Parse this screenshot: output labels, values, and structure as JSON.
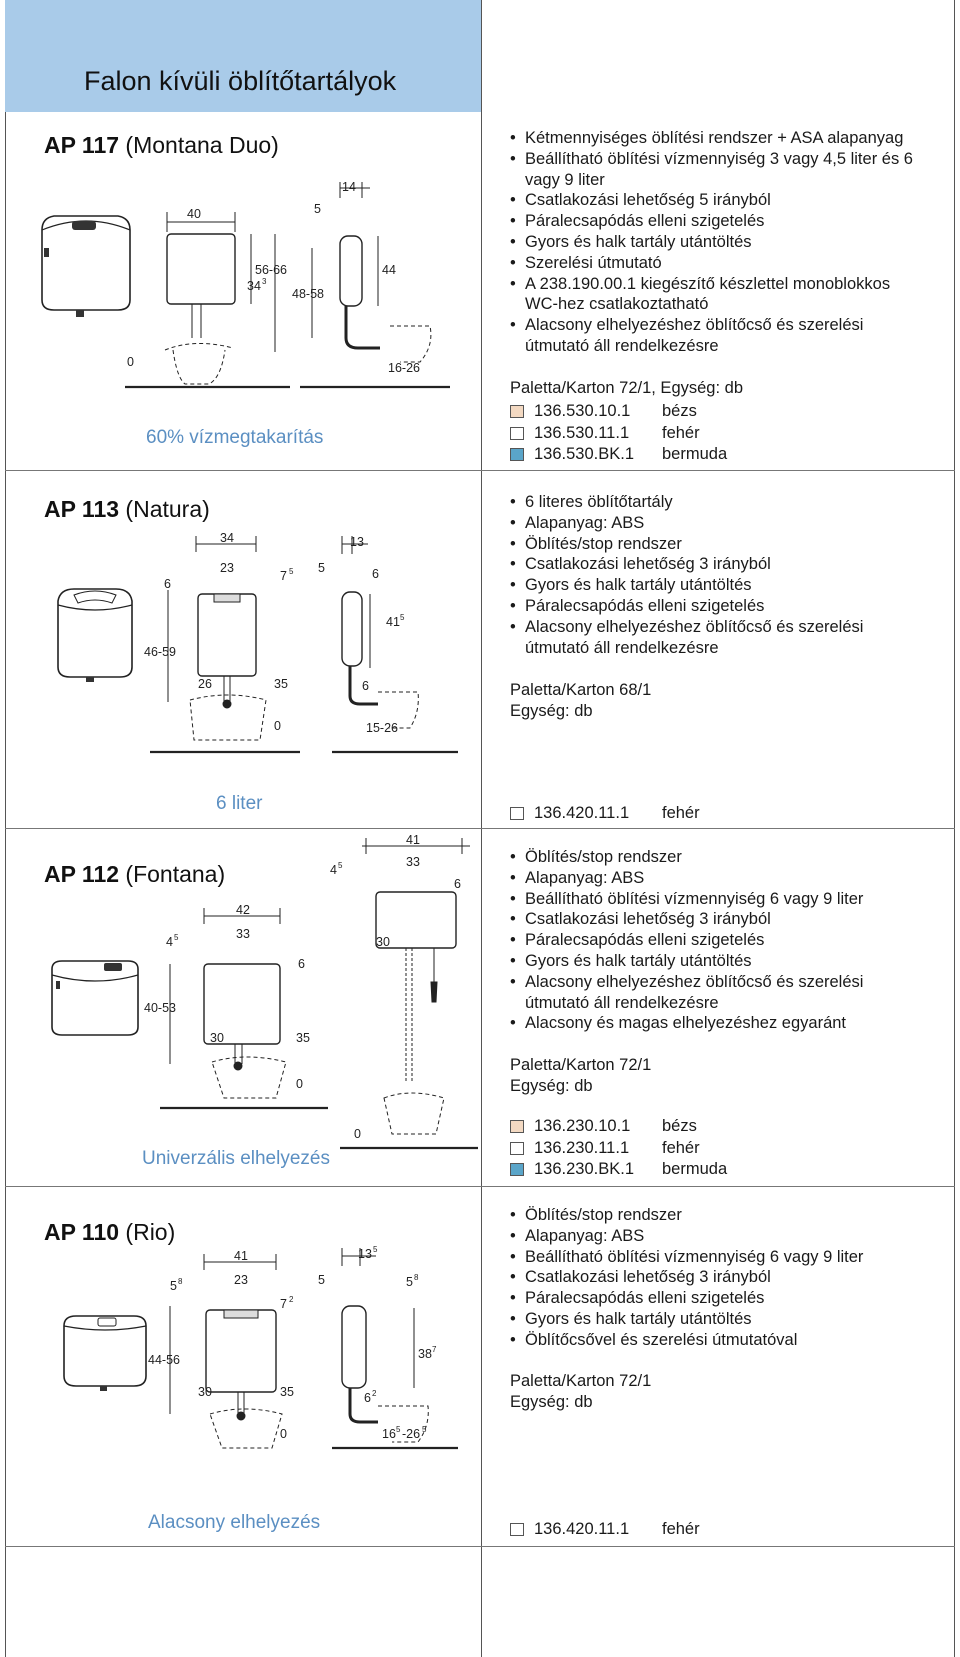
{
  "header": {
    "title": "Falon kívüli öblítőtartályok"
  },
  "products": [
    {
      "code": "AP 117",
      "name": "(Montana Duo)",
      "caption": "60% vízmegtakarítás",
      "features": [
        "Kétmennyiséges öblítési rendszer + ASA alapanyag",
        "Beállítható öblítési vízmennyiség 3 vagy 4,5 liter és 6 vagy 9 liter",
        "Csatlakozási lehetőség 5 irányból",
        "Páralecsapódás elleni szigetelés",
        "Gyors és halk tartály utántöltés",
        "Szerelési útmutató",
        "A 238.190.00.1 kiegészítő készlettel monoblokkos WC-hez csatlakoztatható",
        "Alacsony elhelyezéshez öblítőcső és szerelési útmutató áll rendelkezésre"
      ],
      "packaging": [
        "Paletta/Karton 72/1, Egység: db"
      ],
      "variants": [
        {
          "code": "136.530.10.1",
          "color": "bézs",
          "swatch": "#f3d9c2"
        },
        {
          "code": "136.530.11.1",
          "color": "fehér",
          "swatch": "#ffffff"
        },
        {
          "code": "136.530.BK.1",
          "color": "bermuda",
          "swatch": "#5aa5c9"
        }
      ],
      "dims": {
        "front_w": "40",
        "front_h1": "56-66",
        "front_h2a": "34",
        "front_h2b": "3",
        "side_w": "14",
        "side_gap": "5",
        "side_h": "44",
        "side_h2": "48-58",
        "side_d": "16-26",
        "zero": "0"
      }
    },
    {
      "code": "AP 113",
      "name": "(Natura)",
      "caption": "6 liter",
      "features": [
        "6 literes öblítőtartály",
        "Alapanyag: ABS",
        "Öblítés/stop rendszer",
        "Csatlakozási lehetőség 3 irányból",
        "Gyors és halk tartály utántöltés",
        "Páralecsapódás elleni szigetelés",
        "Alacsony elhelyezéshez öblítőcső és szerelési útmutató áll rendelkezésre"
      ],
      "packaging": [
        "Paletta/Karton 68/1",
        "Egység: db"
      ],
      "variants": [
        {
          "code": "136.420.11.1",
          "color": "fehér",
          "swatch": "#ffffff"
        }
      ],
      "dims": {
        "w1": "34",
        "w2": "23",
        "left": "6",
        "top_a": "7",
        "top_b": "5",
        "h": "46-59",
        "pipe": "26",
        "right": "35",
        "zero": "0",
        "side_w": "13",
        "side_gap": "5",
        "side_t": "6",
        "side_h_a": "41",
        "side_h_b": "5",
        "side_p": "6",
        "side_d": "15-26"
      }
    },
    {
      "code": "AP 112",
      "name": "(Fontana)",
      "caption": "Univerzális elhelyezés",
      "features": [
        "Öblítés/stop rendszer",
        "Alapanyag: ABS",
        "Beállítható öblítési vízmennyiség 6 vagy 9 liter",
        "Csatlakozási lehetőség 3 irányból",
        "Páralecsapódás elleni szigetelés",
        "Gyors és halk tartály utántöltés",
        "Alacsony elhelyezéshez öblítőcső és szerelési útmutató áll rendelkezésre",
        "Alacsony és magas elhelyezéshez egyaránt"
      ],
      "packaging": [
        "Paletta/Karton 72/1",
        "Egység: db"
      ],
      "variants": [
        {
          "code": "136.230.10.1",
          "color": "bézs",
          "swatch": "#f3d9c2"
        },
        {
          "code": "136.230.11.1",
          "color": "fehér",
          "swatch": "#ffffff"
        },
        {
          "code": "136.230.BK.1",
          "color": "bermuda",
          "swatch": "#5aa5c9"
        }
      ],
      "dims": {
        "w1": "42",
        "w2": "33",
        "left_a": "4",
        "left_b": "5",
        "right": "6",
        "h": "40-53",
        "pipe": "30",
        "r2": "35",
        "zero": "0",
        "high_w1": "41",
        "high_w2": "33",
        "high_l_a": "4",
        "high_l_b": "5",
        "high_r": "6",
        "high_pipe": "30",
        "high_zero": "0"
      }
    },
    {
      "code": "AP 110",
      "name": "(Rio)",
      "caption": "Alacsony elhelyezés",
      "features": [
        "Öblítés/stop rendszer",
        "Alapanyag: ABS",
        "Beállítható öblítési vízmennyiség 6 vagy 9 liter",
        "Csatlakozási lehetőség 3 irányból",
        "Páralecsapódás elleni szigetelés",
        "Gyors és halk tartály utántöltés",
        "Öblítőcsővel és szerelési útmutatóval"
      ],
      "packaging": [
        "Paletta/Karton 72/1",
        "Egység: db"
      ],
      "variants": [
        {
          "code": "136.420.11.1",
          "color": "fehér",
          "swatch": "#ffffff"
        }
      ],
      "dims": {
        "w1": "41",
        "w2": "23",
        "left_a": "5",
        "left_b": "8",
        "top_a": "7",
        "top_b": "2",
        "h": "44-56",
        "pipe": "30",
        "right": "35",
        "zero": "0",
        "side_w_a": "13",
        "side_w_b": "5",
        "side_gap": "5",
        "side_t_a": "5",
        "side_t_b": "8",
        "side_h_a": "38",
        "side_h_b": "7",
        "side_p_a": "6",
        "side_p_b": "2",
        "side_d_a": "16",
        "side_d_b": "5",
        "side_d_c": "-26",
        "side_d_d": "5"
      }
    }
  ]
}
